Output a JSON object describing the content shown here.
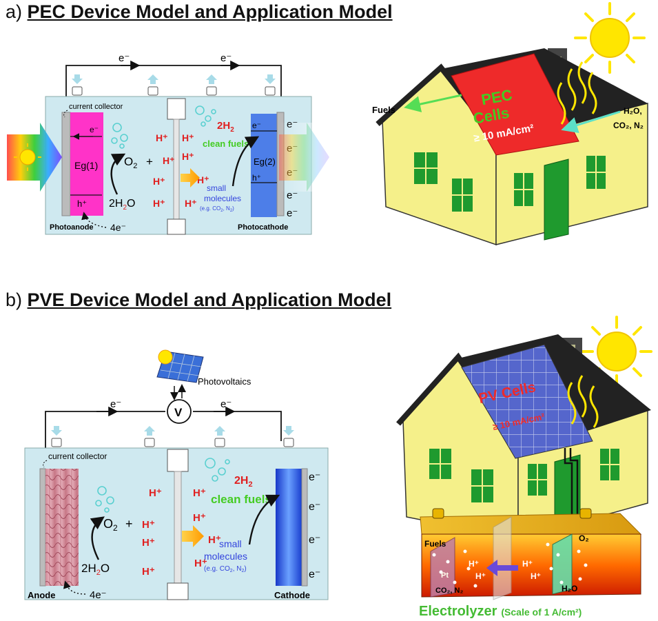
{
  "panel_a": {
    "prefix": "a)",
    "title": "PEC Device Model and Application Model",
    "electron": "e⁻",
    "current_collector": "current collector",
    "photoanode": "Photoanode",
    "photocathode": "Photocathode",
    "eg1": "Eg(1)",
    "eg2": "Eg(2)",
    "hole": "h⁺",
    "o2": "O",
    "o2_sub": "2",
    "plus": "+",
    "water_coef": "2H",
    "water_sub": "2",
    "water_o": "O",
    "four_e": "4e⁻",
    "proton": "H⁺",
    "h2_coef": "2H",
    "h2_sub": "2",
    "clean_fuels": "clean fuels",
    "small": "small",
    "molecules": "molecules",
    "eg_text": "(e.g. CO",
    "eg_text2": ", N",
    "eg_text3": ")",
    "fuels": "Fuels",
    "h2o_label": "H₂O,",
    "co2n2_label": "CO₂, N₂",
    "pec": "PEC",
    "cells": "Cells",
    "pec_spec": "≥ 10 mA/cm²"
  },
  "panel_b": {
    "prefix": "b)",
    "title": "PVE Device Model and Application Model",
    "photovoltaics": "Photovoltaics",
    "voltmeter": "V",
    "anode": "Anode",
    "cathode": "Cathode",
    "pv_cells": "PV Cells",
    "pv_spec": "≥ 10 mA/cm²",
    "fuels": "Fuels",
    "o2": "O₂",
    "h2o": "H₂O",
    "pt": "Pt",
    "co2n2": "CO₂, N₂",
    "electrolyzer": "Electrolyzer",
    "scale": "(Scale of 1 A/cm²)"
  },
  "colors": {
    "electrolyte": "#cfe9f0",
    "photoanode": "#ff33c8",
    "photocathode": "#4d7ee8",
    "proton": "#e02020",
    "clean_fuels": "#44cc22",
    "molecules": "#3344dd",
    "roof_pec": "#ee2a2a",
    "house_wall": "#f5f08a",
    "window": "#1f9a2e",
    "sun": "#ffe600",
    "electrolyzer_label": "#44bb33"
  }
}
